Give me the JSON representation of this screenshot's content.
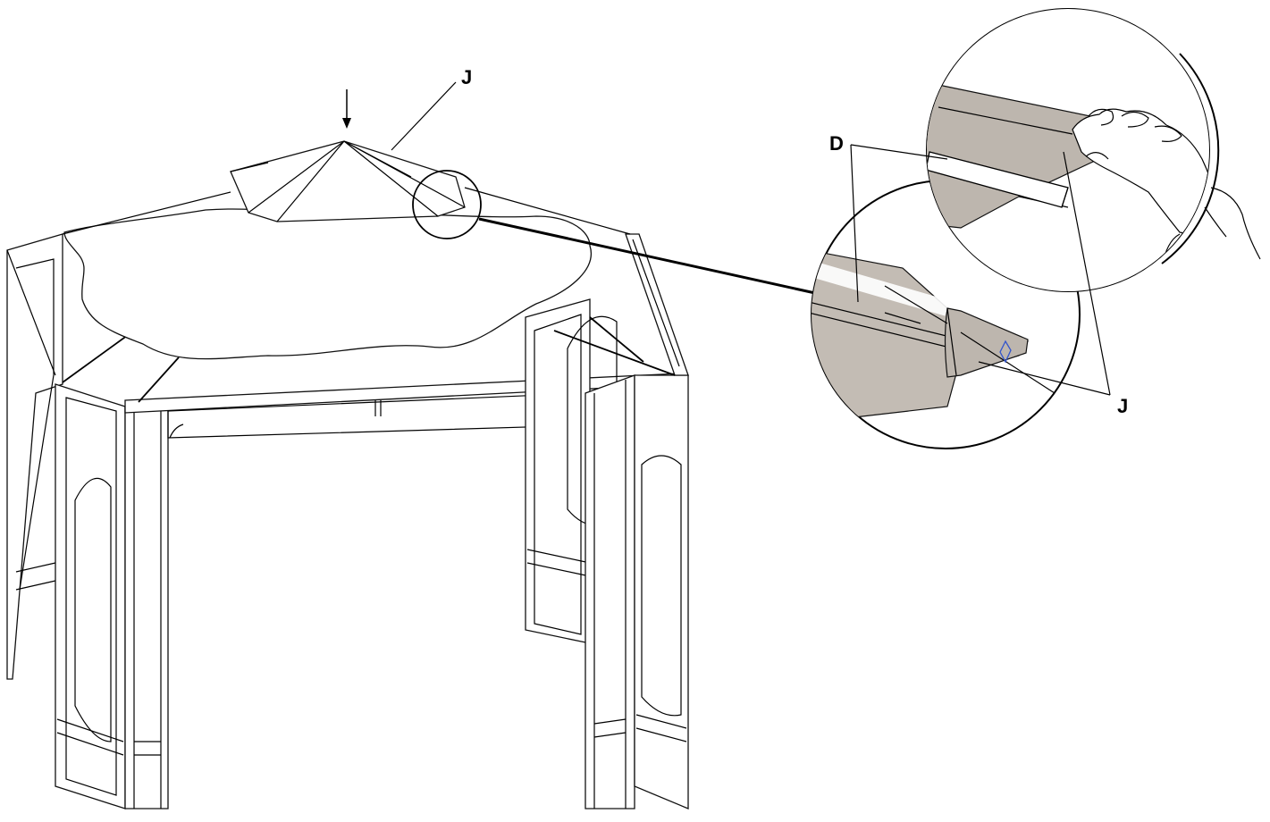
{
  "labels": {
    "top_part": "J",
    "detail_pole": "D",
    "detail_sleeve": "J"
  },
  "colors": {
    "canopy_fabric": "#bdb6ae",
    "line": "#000000",
    "highlight": "#3355cc"
  },
  "icons": {
    "direction": "down-arrow-icon",
    "detail_hand": "hand-icon"
  }
}
